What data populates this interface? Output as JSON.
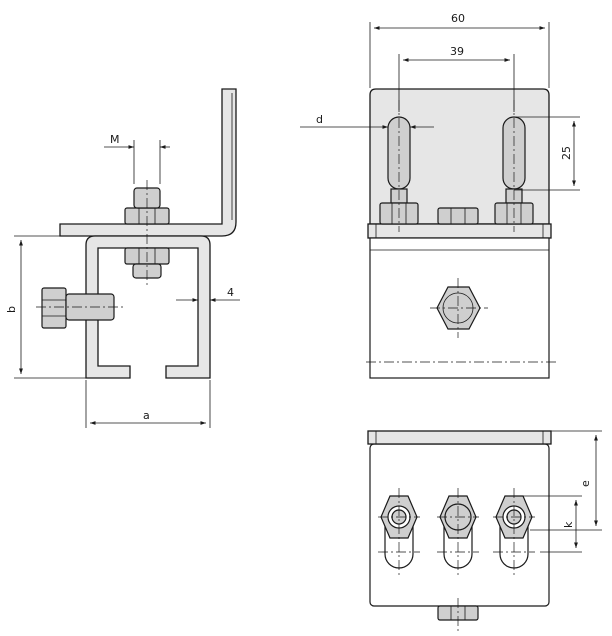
{
  "dimensions": {
    "width_60": "60",
    "spacing_39": "39",
    "slot_25": "25",
    "gap_4": "4",
    "label_M": "M",
    "label_d": "d",
    "label_b": "b",
    "label_a": "a",
    "label_e": "e",
    "label_k": "k"
  }
}
